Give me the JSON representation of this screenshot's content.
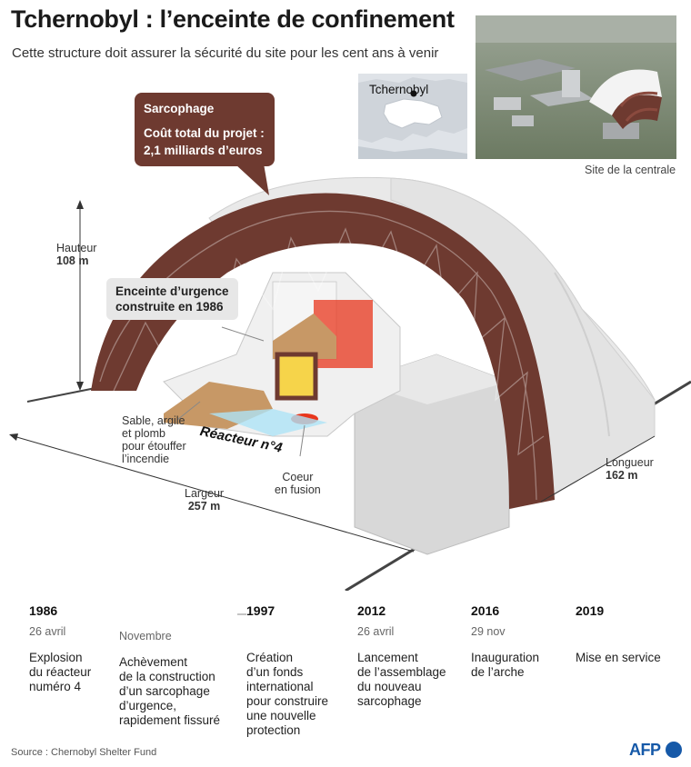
{
  "header": {
    "title": "Tchernobyl : l’enceinte de confinement",
    "subtitle": "Cette structure doit assurer la sécurité du site pour les cent ans à venir"
  },
  "inset_map": {
    "city_label": "Tchernobyl"
  },
  "site_photo": {
    "caption": "Site de la centrale"
  },
  "sarcophage_callout": {
    "title": "Sarcophage",
    "cost_label": "Coût total du projet :",
    "cost_value": "2,1 milliards d’euros"
  },
  "emergency_callout": {
    "line1": "Enceinte d’urgence",
    "line2": "construite en 1986"
  },
  "dimensions": {
    "height_label": "Hauteur",
    "height_value": "108 m",
    "width_label": "Largeur",
    "width_value": "257 m",
    "length_label": "Longueur",
    "length_value": "162 m"
  },
  "labels": {
    "reactor": "Réacteur n°4",
    "sand_l1": "Sable, argile",
    "sand_l2": "et plomb",
    "sand_l3": "pour étouffer",
    "sand_l4": "l’incendie",
    "core_l1": "Coeur",
    "core_l2": "en fusion"
  },
  "timeline": [
    {
      "year": "1986",
      "date": "26 avril",
      "desc": [
        "Explosion",
        "du réacteur",
        "numéro 4"
      ]
    },
    {
      "year": "",
      "date": "Novembre",
      "desc": [
        "Achèvement",
        "de la construction",
        "d’un sarcophage",
        "d’urgence,",
        "rapidement fissuré"
      ]
    },
    {
      "year": "1997",
      "date": "",
      "desc": [
        "Création",
        "d’un fonds",
        "international",
        "pour construire",
        "une nouvelle",
        "protection"
      ]
    },
    {
      "year": "2012",
      "date": "26 avril",
      "desc": [
        "Lancement",
        "de l’assemblage",
        "du nouveau",
        "sarcophage"
      ]
    },
    {
      "year": "2016",
      "date": "29 nov",
      "desc": [
        "Inauguration",
        "de l’arche"
      ]
    },
    {
      "year": "2019",
      "date": "",
      "desc": [
        "Mise en service"
      ]
    }
  ],
  "footer": {
    "source": "Source : Chernobyl Shelter Fund",
    "brand": "AFP"
  },
  "colors": {
    "truss": "#6e3a30",
    "shell": "#e6e6e6",
    "fire": "#e8361c",
    "afp_blue": "#1659a8"
  }
}
